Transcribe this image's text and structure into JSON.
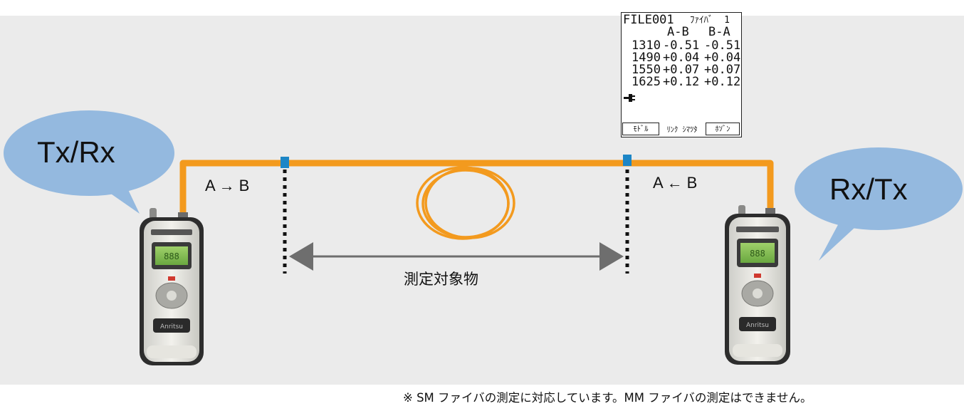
{
  "bubbles": {
    "left": "Tx/Rx",
    "right": "Rx/Tx"
  },
  "directions": {
    "left": "A → B",
    "right": "A ← B"
  },
  "dut_label": "測定対象物",
  "footnote": "※ SM ファイバの測定に対応しています。MM ファイバの測定はできません。",
  "lcd": {
    "file": "FILE001",
    "fiber": "ﾌｧｲﾊﾞ  1",
    "col_ab": "A-B",
    "col_ba": "B-A",
    "rows": [
      {
        "wavelength": "1310",
        "ab": "-0.51",
        "ba": "-0.51"
      },
      {
        "wavelength": "1490",
        "ab": "+0.04",
        "ba": "+0.04"
      },
      {
        "wavelength": "1550",
        "ab": "+0.07",
        "ba": "+0.07"
      },
      {
        "wavelength": "1625",
        "ab": "+0.12",
        "ba": "+0.12"
      }
    ],
    "softkeys": [
      "ﾓﾄﾞﾙ",
      "ﾘﾝｸ ｼﾏﾂﾀ",
      "ﾎｿﾞﾝ"
    ]
  },
  "colors": {
    "background_panel": "#ebebeb",
    "fiber": "#f39a1e",
    "bubble": "#94b9df",
    "connector": "#1d86c6",
    "arrow": "#6e6e6e"
  }
}
